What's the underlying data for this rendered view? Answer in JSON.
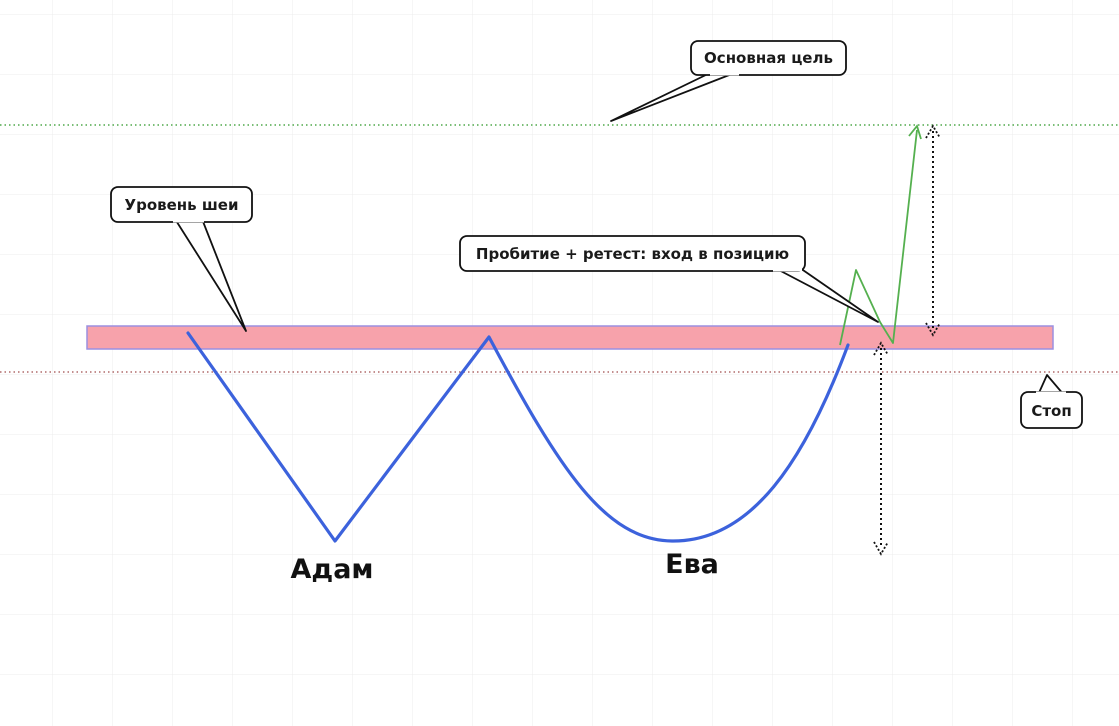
{
  "labels": {
    "target": "Основная цель",
    "neckline": "Уровень шеи",
    "entry": "Пробитие + ретест: вход в позицию",
    "stop": "Стоп",
    "adam": "Адам",
    "eve": "Ева"
  },
  "colors": {
    "background": "#ffffff",
    "grid": "#ececec",
    "neckline_fill": "#f7a2ab",
    "neckline_stroke": "#9c8fe0",
    "price_path": "#3c62dc",
    "breakout_path": "#55b04f",
    "target_line": "#4fa84a",
    "stop_line": "#b06a6a",
    "measure_arrow": "#111111"
  }
}
